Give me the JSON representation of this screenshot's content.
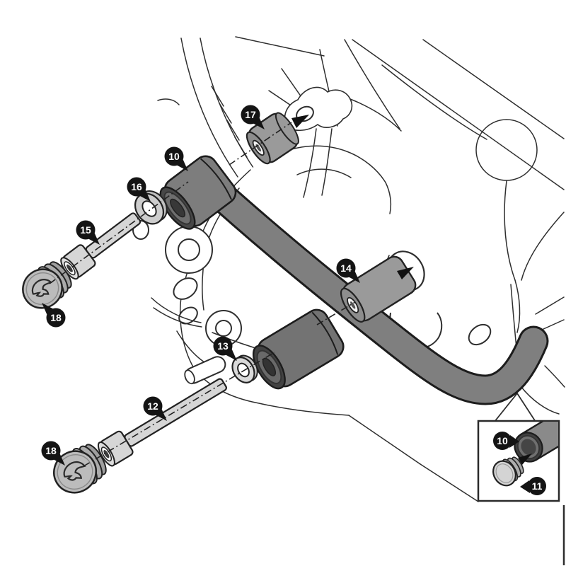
{
  "diagram": {
    "kind": "exploded-parts-installation-diagram",
    "subject": "crash-bar-engine-guard-mounting-on-motorcycle-frame",
    "background": "#ffffff"
  },
  "colors": {
    "line_art": "#2e2e2e",
    "crash_bar": "#7f7f7f",
    "socket_dark": "#4a4a4a",
    "spacer": "#9a9a9a",
    "bolt": "#d6d6d6",
    "washer": "#cdcdcd",
    "cap": "#bcbcbc",
    "badge_fill": "#141414",
    "badge_text": "#ffffff"
  },
  "callouts": {
    "c10": {
      "label": "10",
      "part": "crash-bar-upper-socket"
    },
    "c12": {
      "label": "12",
      "part": "long-socket-head-bolt"
    },
    "c13": {
      "label": "13",
      "part": "washer-lower"
    },
    "c14": {
      "label": "14",
      "part": "distance-spacer-long"
    },
    "c15": {
      "label": "15",
      "part": "short-socket-head-bolt"
    },
    "c16": {
      "label": "16",
      "part": "washer-upper"
    },
    "c17": {
      "label": "17",
      "part": "distance-spacer-short"
    },
    "c18a": {
      "label": "18",
      "part": "logo-cover-cap-upper"
    },
    "c18b": {
      "label": "18",
      "part": "logo-cover-cap-lower"
    },
    "c10i": {
      "label": "10",
      "part": "crash-bar-tube-open-end"
    },
    "c11i": {
      "label": "11",
      "part": "tube-end-plug"
    }
  }
}
